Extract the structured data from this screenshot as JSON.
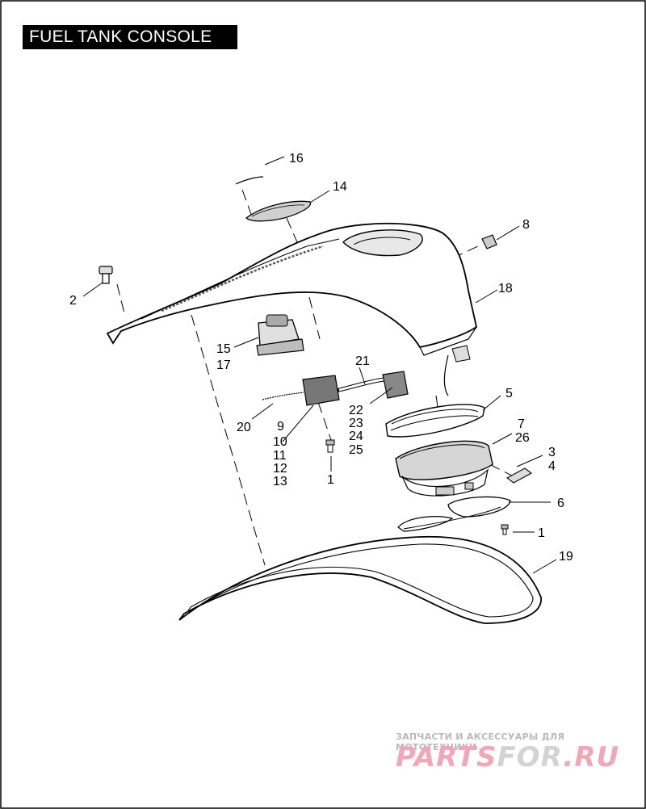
{
  "title": "FUEL TANK CONSOLE",
  "callouts": {
    "c1a": "1",
    "c1b": "1",
    "c2": "2",
    "c3": "3",
    "c4": "4",
    "c5": "5",
    "c6": "6",
    "c7": "7",
    "c8": "8",
    "c9": "9",
    "c10": "10",
    "c11": "11",
    "c12": "12",
    "c13": "13",
    "c14": "14",
    "c15": "15",
    "c16": "16",
    "c17": "17",
    "c18": "18",
    "c19": "19",
    "c20": "20",
    "c21": "21",
    "c22": "22",
    "c23": "23",
    "c24": "24",
    "c25": "25",
    "c26": "26"
  },
  "watermark": {
    "line1": "ЗАПЧАСТИ И АКСЕССУАРЫ ДЛЯ МОТОТЕХНИКИ",
    "logo_part1": "PARTS",
    "logo_part2": "FOR",
    "logo_part3": ".RU"
  }
}
